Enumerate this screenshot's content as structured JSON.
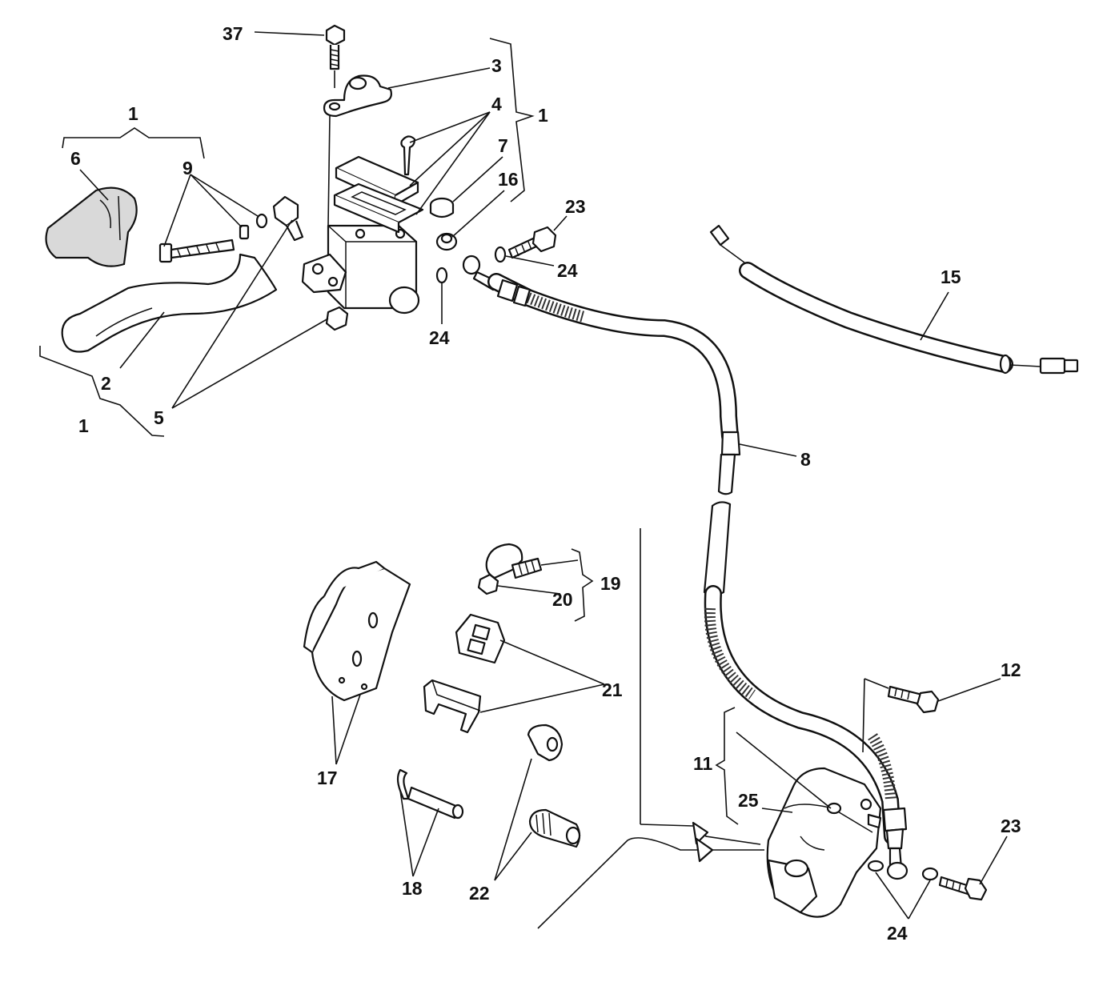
{
  "labels": {
    "l37": "37",
    "l3": "3",
    "l4": "4",
    "l1_top": "1",
    "l1_left": "1",
    "l1_bottom": "1",
    "l6": "6",
    "l9": "9",
    "l7": "7",
    "l16": "16",
    "l23_top": "23",
    "l24_a": "24",
    "l24_b": "24",
    "l15": "15",
    "l2": "2",
    "l5": "5",
    "l8": "8",
    "l19": "19",
    "l20": "20",
    "l21": "21",
    "l17": "17",
    "l12": "12",
    "l11": "11",
    "l25": "25",
    "l23_bottom": "23",
    "l24_bottom": "24",
    "l18": "18",
    "l22": "22"
  }
}
